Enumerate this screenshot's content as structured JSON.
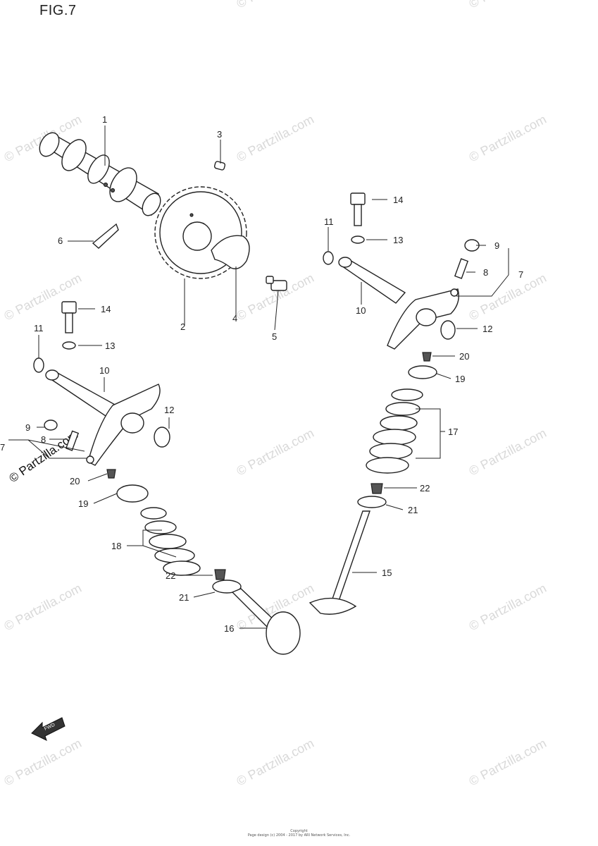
{
  "figure_title": "FIG.7",
  "watermark_text": "© Partzilla.com",
  "watermark_color": "#d9d9d9",
  "front_arrow_label": "FWD",
  "copyright": {
    "line1": "Copyright",
    "line2": "Page design (c) 2004 - 2017 by ARI Network Services, Inc."
  },
  "callouts": {
    "c1": "1",
    "c2": "2",
    "c3": "3",
    "c4": "4",
    "c5": "5",
    "c6": "6",
    "c7a": "7",
    "c7b": "7",
    "c8a": "8",
    "c8b": "8",
    "c9a": "9",
    "c9b": "9",
    "c10a": "10",
    "c10b": "10",
    "c11a": "11",
    "c11b": "11",
    "c12a": "12",
    "c12b": "12",
    "c13a": "13",
    "c13b": "13",
    "c14a": "14",
    "c14b": "14",
    "c15": "15",
    "c16": "16",
    "c17": "17",
    "c18": "18",
    "c19a": "19",
    "c19b": "19",
    "c20a": "20",
    "c20b": "20",
    "c21a": "21",
    "c21b": "21",
    "c22a": "22",
    "c22b": "22"
  }
}
